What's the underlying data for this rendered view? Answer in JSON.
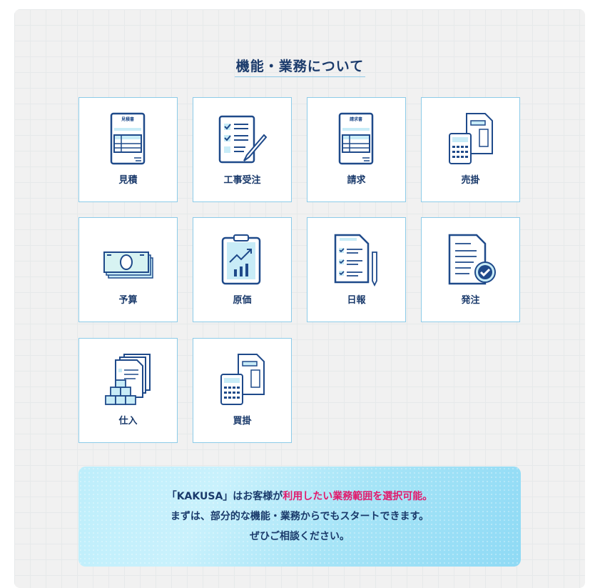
{
  "title": "機能・業務について",
  "colors": {
    "navy": "#1a3a6b",
    "accent": "#e2196b",
    "card_border": "#8ccbe8",
    "icon_light": "#c8ecf7"
  },
  "features": [
    {
      "label": "見積",
      "icon": "estimate-document-icon"
    },
    {
      "label": "工事受注",
      "icon": "checklist-pencil-icon"
    },
    {
      "label": "請求",
      "icon": "invoice-document-icon"
    },
    {
      "label": "売掛",
      "icon": "calculator-documents-icon"
    },
    {
      "label": "予算",
      "icon": "money-stack-icon"
    },
    {
      "label": "原価",
      "icon": "clipboard-chart-icon"
    },
    {
      "label": "日報",
      "icon": "daily-report-icon"
    },
    {
      "label": "発注",
      "icon": "order-check-icon"
    },
    {
      "label": "仕入",
      "icon": "documents-boxes-icon"
    },
    {
      "label": "買掛",
      "icon": "calculator-documents-icon"
    }
  ],
  "banner": {
    "line1_pre": "「KAKUSA」はお客様が",
    "line1_highlight": "利用したい業務範囲を選択可能。",
    "line2": "まずは、部分的な機能・業務からでもスタートできます。",
    "line3": "ぜひご相談ください。"
  }
}
